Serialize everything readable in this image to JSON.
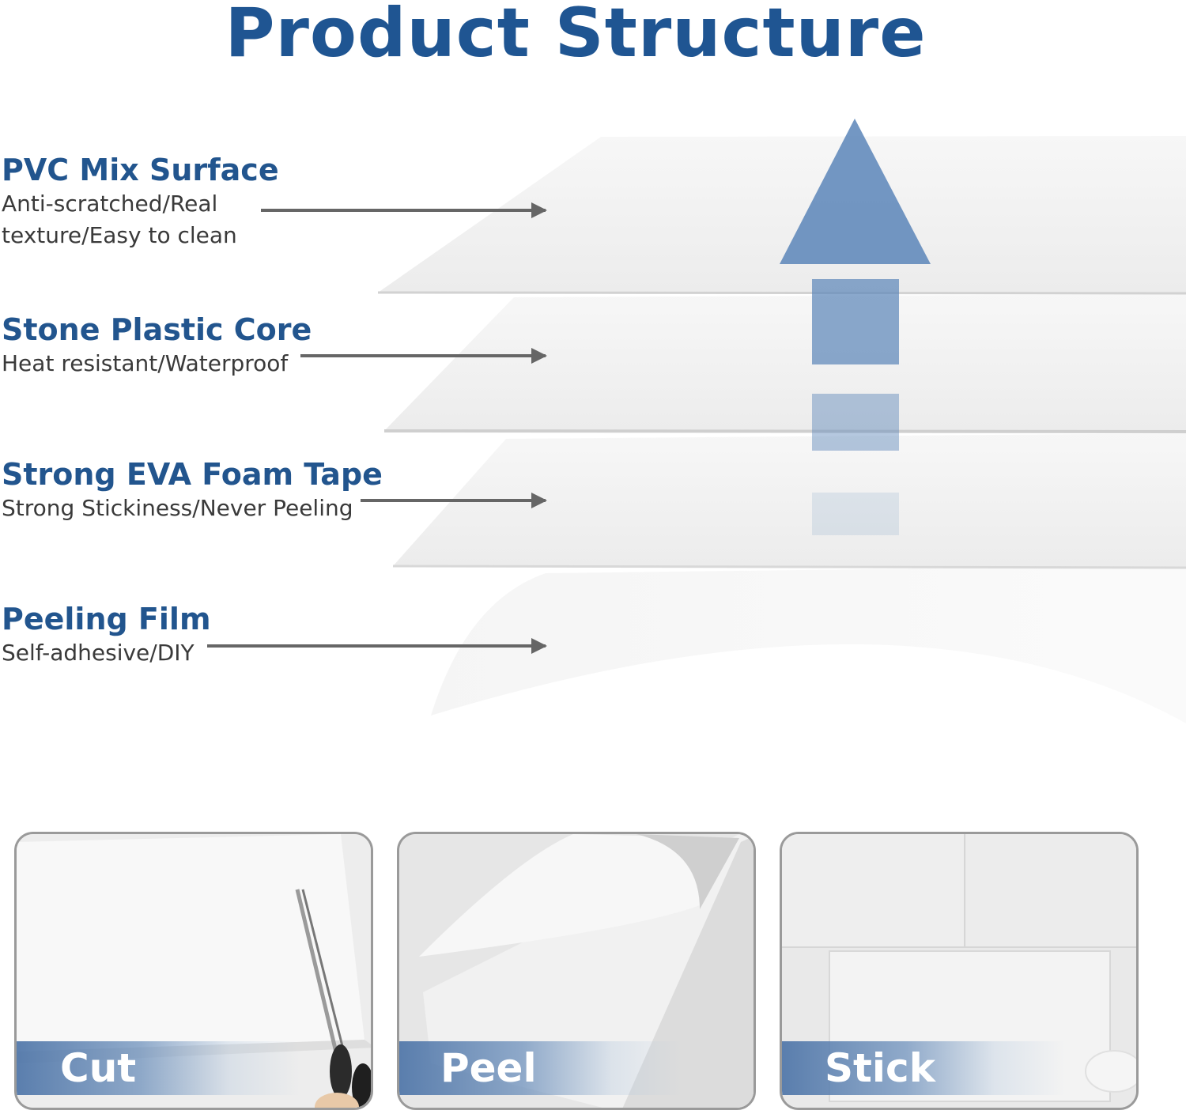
{
  "title": "Product Structure",
  "colors": {
    "title": "#1f5592",
    "label_name": "#22558e",
    "label_desc": "#3a3a3a",
    "arrow": "#666666",
    "up_arrow": "#5a85b8"
  },
  "layers": [
    {
      "name": "PVC Mix Surface",
      "desc": "Anti-scratched/Real\ntexture/Easy to clean"
    },
    {
      "name": "Stone Plastic Core",
      "desc": "Heat resistant/Waterproof"
    },
    {
      "name": "Strong EVA Foam Tape",
      "desc": "Strong Stickiness/Never Peeling"
    },
    {
      "name": "Peeling Film",
      "desc": "Self-adhesive/DIY"
    }
  ],
  "steps": [
    {
      "label": "Cut",
      "icon": "scissors-icon"
    },
    {
      "label": "Peel",
      "icon": "peeling-sheet-icon"
    },
    {
      "label": "Stick",
      "icon": "wall-panel-icon"
    }
  ]
}
